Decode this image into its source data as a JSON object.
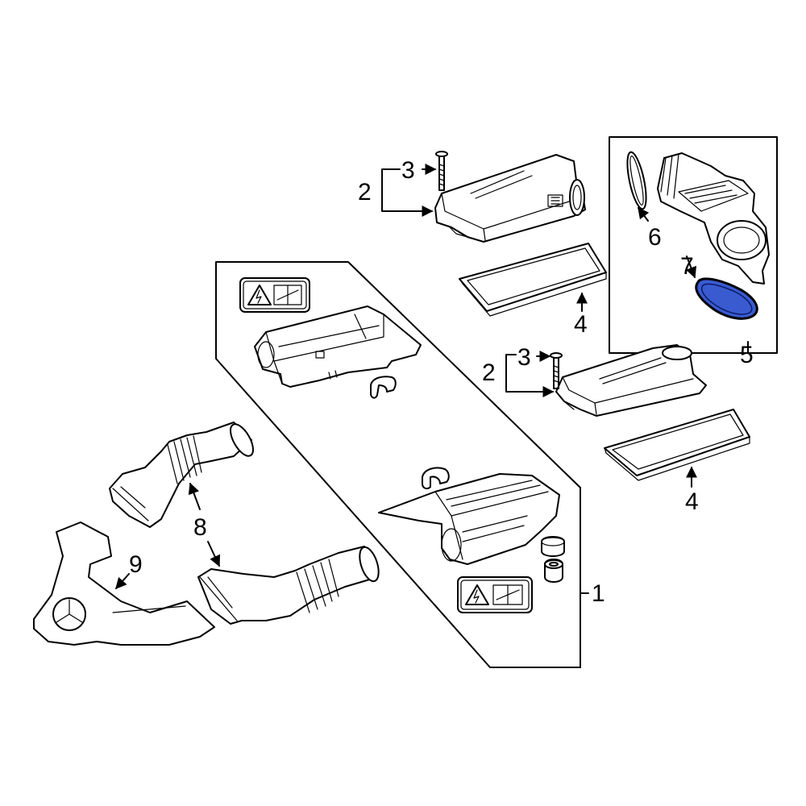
{
  "callouts": {
    "c1": "1",
    "c2a": "2",
    "c2b": "2",
    "c3a": "3",
    "c3b": "3",
    "c4a": "4",
    "c4b": "4",
    "c5": "5",
    "c6": "6",
    "c7": "7",
    "c8": "8",
    "c9": "9"
  },
  "colors": {
    "highlight_fill": "#3a5bd0",
    "line": "#000000",
    "background": "#ffffff"
  },
  "icons": [
    "electrical-warning-icon",
    "manual-icon",
    "wrench-icon"
  ]
}
